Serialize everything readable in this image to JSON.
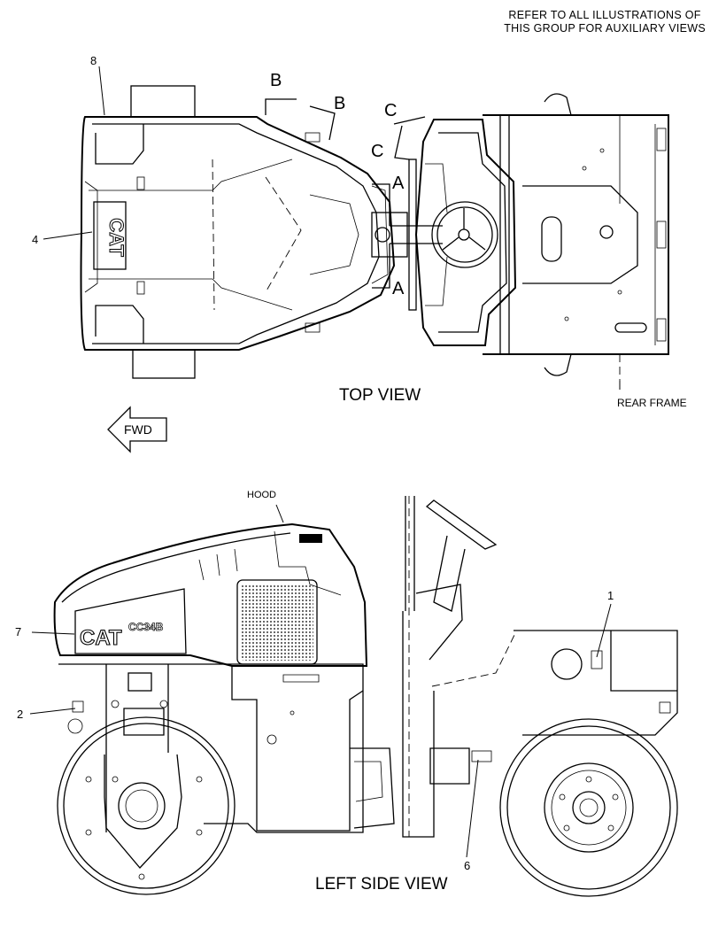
{
  "header": {
    "note_line1": "REFER TO ALL ILLUSTRATIONS OF",
    "note_line2": "THIS GROUP FOR AUXILIARY VIEWS"
  },
  "top_view": {
    "title": "TOP VIEW",
    "rear_frame_label": "REAR FRAME",
    "fwd_label": "FWD",
    "callouts": {
      "item4": "4",
      "item8": "8"
    },
    "section_labels": {
      "a1": "A",
      "a2": "A",
      "b1": "B",
      "b2": "B",
      "c1": "C",
      "c2": "C"
    },
    "logo_text": "CAT"
  },
  "side_view": {
    "title": "LEFT SIDE VIEW",
    "hood_label": "HOOD",
    "callouts": {
      "item1": "1",
      "item2": "2",
      "item6": "6",
      "item7": "7"
    },
    "logo_text": "CAT",
    "model_text": "CC34B"
  }
}
